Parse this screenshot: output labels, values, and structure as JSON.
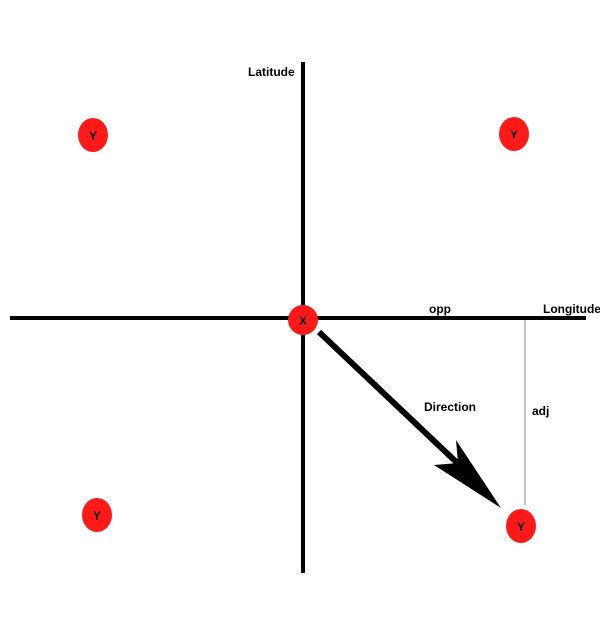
{
  "axes": {
    "vertical_label": "Latitude",
    "horizontal_label": "Longitude"
  },
  "annotations": {
    "opp": "opp",
    "adj": "adj",
    "direction": "Direction"
  },
  "points": {
    "origin": "X",
    "top_left": "Y",
    "top_right": "Y",
    "bottom_left": "Y",
    "bottom_right": "Y"
  },
  "colors": {
    "point_fill": "#ff1a1a",
    "line": "#000000",
    "guide_line": "#999999"
  }
}
